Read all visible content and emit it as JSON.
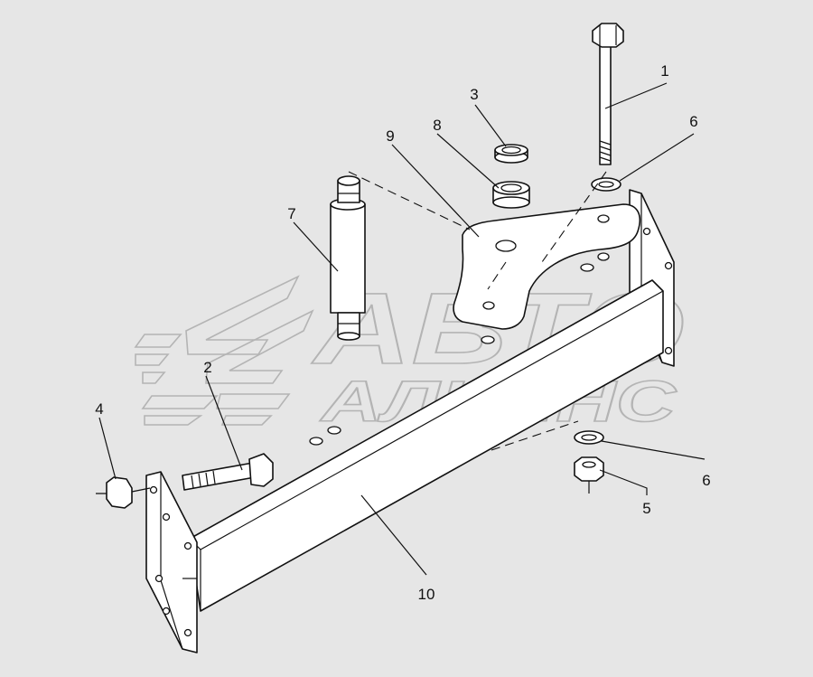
{
  "watermark": {
    "line1": "АВТО",
    "line2": "АЛЬЯНС",
    "logo_icon": "avtoalyans-logo-icon"
  },
  "callouts": [
    {
      "id": "1",
      "text": "1"
    },
    {
      "id": "2",
      "text": "2"
    },
    {
      "id": "3",
      "text": "3"
    },
    {
      "id": "4",
      "text": "4"
    },
    {
      "id": "5",
      "text": "5"
    },
    {
      "id": "6a",
      "text": "6"
    },
    {
      "id": "6b",
      "text": "6"
    },
    {
      "id": "7",
      "text": "7"
    },
    {
      "id": "8",
      "text": "8"
    },
    {
      "id": "9",
      "text": "9"
    },
    {
      "id": "10",
      "text": "10"
    }
  ],
  "colors": {
    "background": "#e6e6e6",
    "line": "#111111",
    "part_fill": "#ffffff",
    "watermark": "#b4b4b4"
  }
}
